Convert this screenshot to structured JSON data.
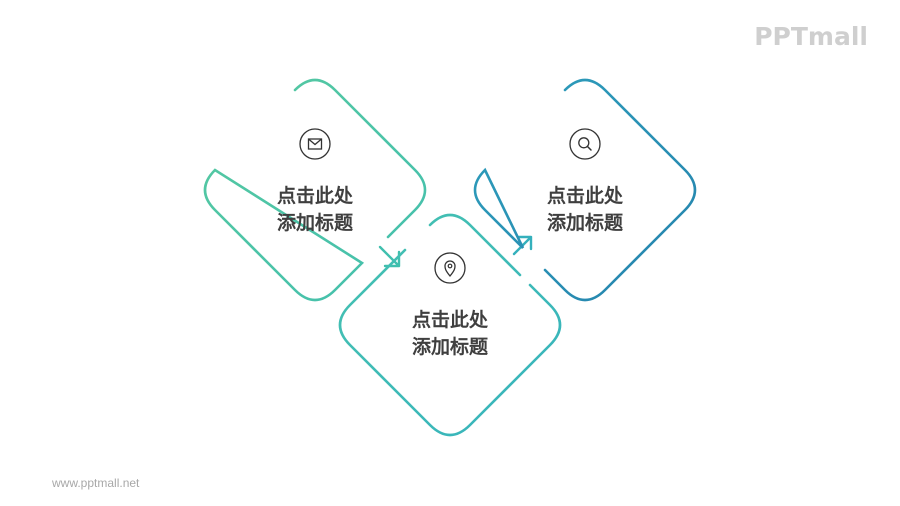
{
  "brand": {
    "logo_text": "PPTmall",
    "footer_url": "www.pptmall.net"
  },
  "steps": [
    {
      "title_line1": "点击此处",
      "title_line2": "添加标题",
      "icon": "mail-icon",
      "color": "#4fc4a7"
    },
    {
      "title_line1": "点击此处",
      "title_line2": "添加标题",
      "icon": "location-pin-icon",
      "color": "#3ab7b9"
    },
    {
      "title_line1": "点击此处",
      "title_line2": "添加标题",
      "icon": "search-icon",
      "color": "#2a8fb4"
    }
  ]
}
